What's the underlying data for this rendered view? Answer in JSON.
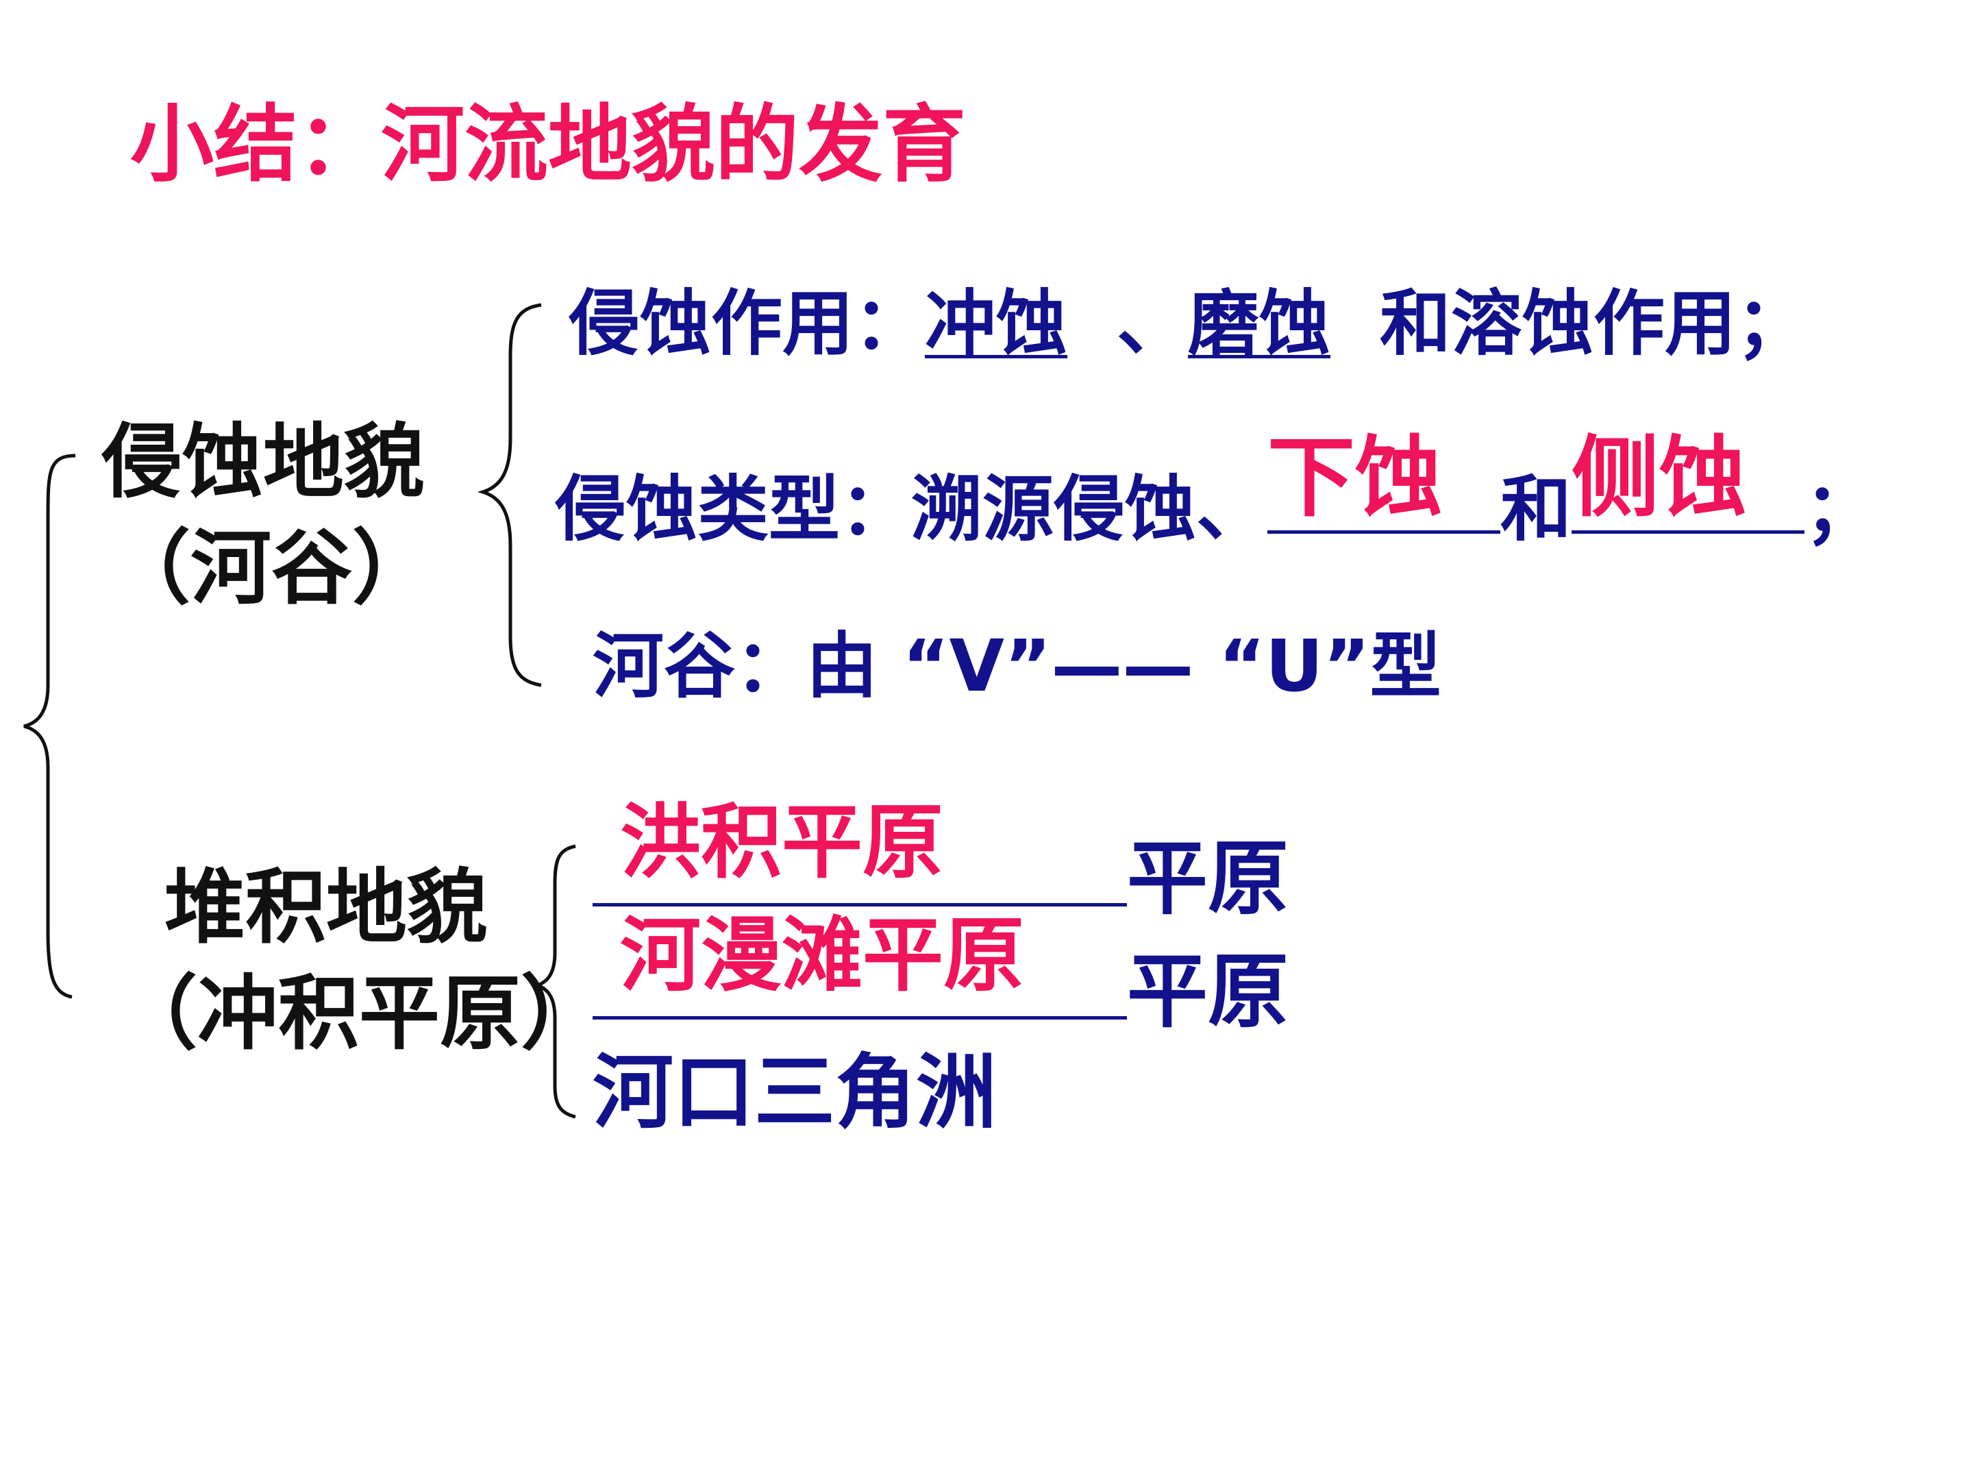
{
  "title": "小结：河流地貌的发育",
  "erosion_landform": {
    "label": "侵蚀地貌",
    "sub_label": "（河谷）",
    "action_prefix": "侵蚀作用：",
    "action_answer_1": "冲蚀",
    "action_sep": "、",
    "action_answer_2": "磨蚀",
    "action_suffix": "和溶蚀作用；",
    "type_prefix": "侵蚀类型：溯源侵蚀、",
    "type_answer_1": "下蚀",
    "type_mid": "和",
    "type_answer_2": "侧蚀",
    "type_suffix": "；",
    "valley_text": "河谷：由 “V”—— “U”型"
  },
  "deposition_landform": {
    "label": "堆积地貌",
    "sub_label": "（冲积平原）",
    "item_1_answer": "洪积平原",
    "item_1_suffix": "平原",
    "item_2_answer": "河漫滩平原",
    "item_2_suffix": "平原",
    "item_3": "河口三角洲"
  }
}
